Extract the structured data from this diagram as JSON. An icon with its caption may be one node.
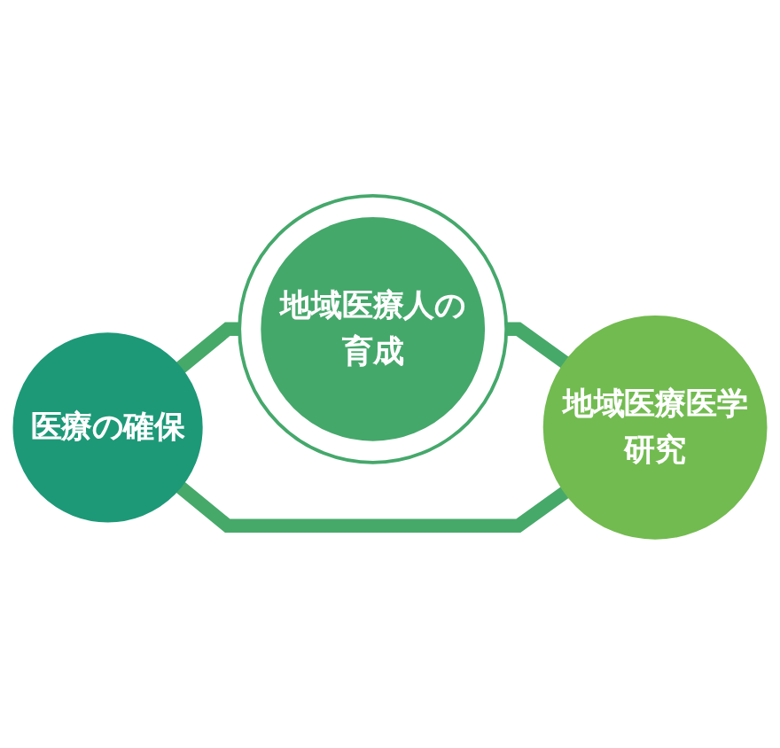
{
  "diagram": {
    "nodes": [
      {
        "text": [
          "地域医療人の育成"
        ]
      },
      {
        "text": [
          "医療の確保"
        ]
      },
      {
        "text": [
          "地域医療医学研究"
        ]
      }
    ],
    "edges": [
      {
        "from": 1,
        "to": 0,
        "arrow": "none"
      },
      {
        "from": 0,
        "to": 2,
        "arrow": "none"
      },
      {
        "from": 1,
        "to": 2,
        "arrow": "none"
      }
    ]
  }
}
